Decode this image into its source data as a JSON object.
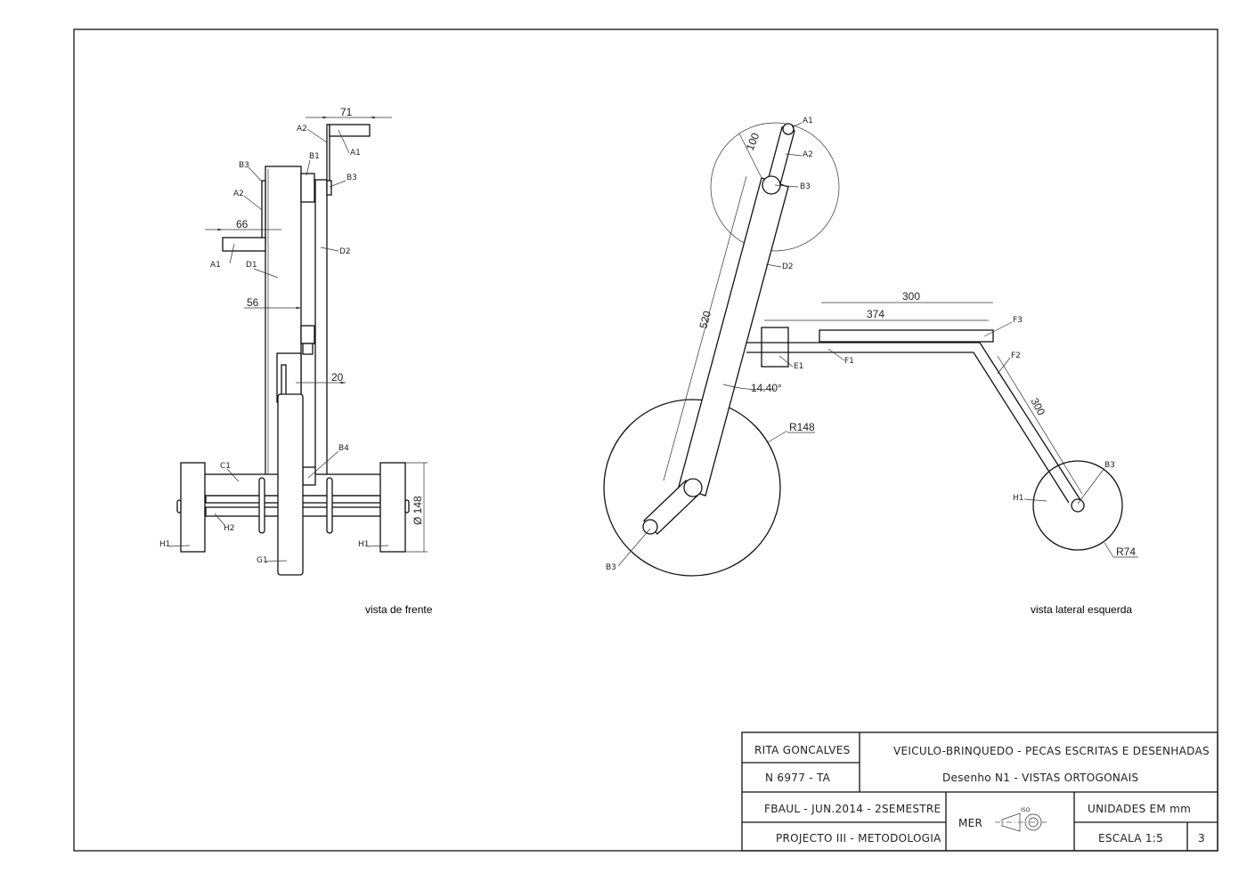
{
  "front_view": {
    "caption": "vista de frente",
    "dims": {
      "d71": "71",
      "d66": "66",
      "d56": "56",
      "d20": "20",
      "d148": "Ø 148"
    },
    "labels": {
      "a2_top": "A2",
      "a1_top": "A1",
      "b1": "B1",
      "b3_right": "B3",
      "b3_left": "B3",
      "a2_left": "A2",
      "a1_left": "A1",
      "d1": "D1",
      "d2": "D2",
      "b4": "B4",
      "c1": "C1",
      "h2": "H2",
      "h1_left": "H1",
      "h1_right": "H1",
      "g1": "G1"
    }
  },
  "side_view": {
    "caption": "vista lateral esquerda",
    "dims": {
      "d100": "100",
      "d520": "520",
      "d300_top": "300",
      "d374": "374",
      "d300_diag": "300",
      "angle": "14.40°",
      "r148": "R148",
      "r74": "R74"
    },
    "labels": {
      "a1": "A1",
      "a2": "A2",
      "b3_top": "B3",
      "d2": "D2",
      "f3": "F3",
      "f1": "F1",
      "e1": "E1",
      "f2": "F2",
      "b3_wheel": "B3",
      "h1": "H1",
      "b3_bottom": "B3"
    }
  },
  "title_block": {
    "author": "RITA GONCALVES",
    "student_number": "N 6977 - TA",
    "project_title": "VEICULO-BRINQUEDO - PECAS ESCRITAS E DESENHADAS",
    "drawing_title": "Desenho N1 - VISTAS ORTOGONAIS",
    "institution_date": "FBAUL - JUN.2014 - 2SEMESTRE",
    "course": "PROJECTO III - METODOLOGIA",
    "method": "MER",
    "iso_label": "ISO",
    "units": "UNIDADES EM mm",
    "scale": "ESCALA 1:5",
    "sheet": "3"
  }
}
